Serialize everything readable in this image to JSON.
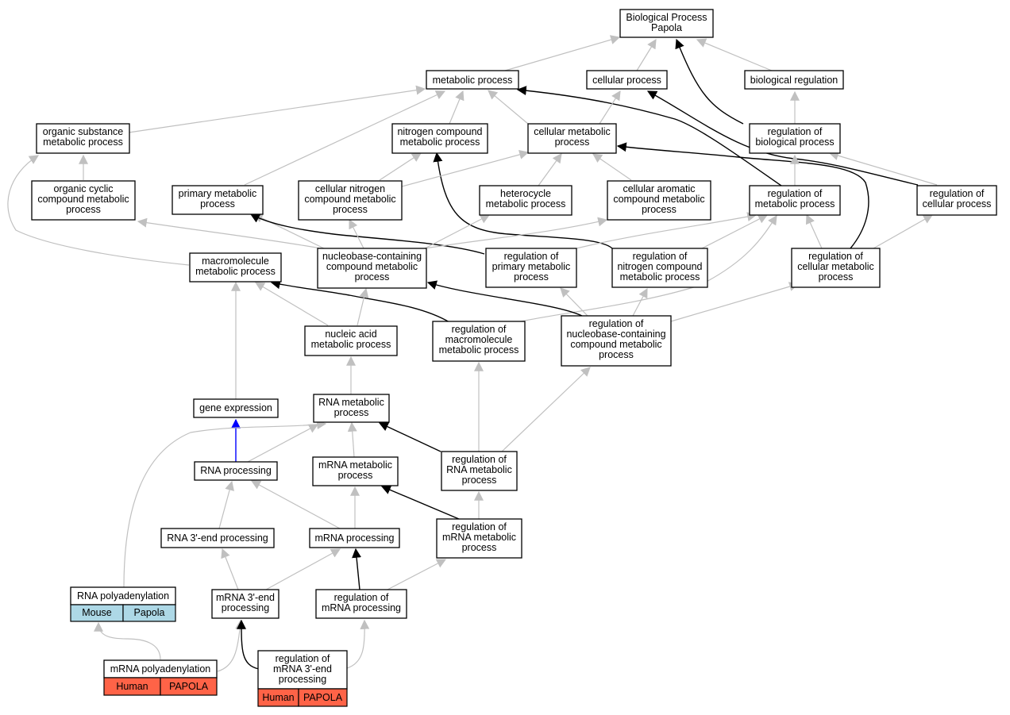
{
  "colors": {
    "grey_edge": "#c0c0c0",
    "black_edge": "#000000",
    "blue_edge": "#0000ff",
    "mouse_fill": "#add8e6",
    "human_fill": "#ff6347"
  },
  "nodes": [
    {
      "id": "bp",
      "lines": [
        "Biological Process",
        "Papola"
      ]
    },
    {
      "id": "metabolic",
      "lines": [
        "metabolic process"
      ]
    },
    {
      "id": "cellular",
      "lines": [
        "cellular process"
      ]
    },
    {
      "id": "bioreg",
      "lines": [
        "biological regulation"
      ]
    },
    {
      "id": "organic_sub",
      "lines": [
        "organic substance",
        "metabolic process"
      ]
    },
    {
      "id": "nitrogen",
      "lines": [
        "nitrogen compound",
        "metabolic process"
      ]
    },
    {
      "id": "cell_meta",
      "lines": [
        "cellular metabolic",
        "process"
      ]
    },
    {
      "id": "reg_bio",
      "lines": [
        "regulation of",
        "biological process"
      ]
    },
    {
      "id": "organic_cyclic",
      "lines": [
        "organic cyclic",
        "compound metabolic",
        "process"
      ]
    },
    {
      "id": "primary",
      "lines": [
        "primary metabolic",
        "process"
      ]
    },
    {
      "id": "cell_nitrogen",
      "lines": [
        "cellular nitrogen",
        "compound metabolic",
        "process"
      ]
    },
    {
      "id": "heterocycle",
      "lines": [
        "heterocycle",
        "metabolic process"
      ]
    },
    {
      "id": "cell_aromatic",
      "lines": [
        "cellular aromatic",
        "compound metabolic",
        "process"
      ]
    },
    {
      "id": "reg_meta",
      "lines": [
        "regulation of",
        "metabolic process"
      ]
    },
    {
      "id": "reg_cell",
      "lines": [
        "regulation of",
        "cellular process"
      ]
    },
    {
      "id": "macromol",
      "lines": [
        "macromolecule",
        "metabolic process"
      ]
    },
    {
      "id": "nucleobase",
      "lines": [
        "nucleobase-containing",
        "compound metabolic",
        "process"
      ]
    },
    {
      "id": "reg_primary",
      "lines": [
        "regulation of",
        "primary metabolic",
        "process"
      ]
    },
    {
      "id": "reg_nitrogen",
      "lines": [
        "regulation of",
        "nitrogen compound",
        "metabolic process"
      ]
    },
    {
      "id": "reg_cell_meta",
      "lines": [
        "regulation of",
        "cellular metabolic",
        "process"
      ]
    },
    {
      "id": "nucleic",
      "lines": [
        "nucleic acid",
        "metabolic process"
      ]
    },
    {
      "id": "reg_macro",
      "lines": [
        "regulation of",
        "macromolecule",
        "metabolic process"
      ]
    },
    {
      "id": "reg_nucleo",
      "lines": [
        "regulation of",
        "nucleobase-containing",
        "compound metabolic",
        "process"
      ]
    },
    {
      "id": "gene_expr",
      "lines": [
        "gene expression"
      ]
    },
    {
      "id": "rna_meta",
      "lines": [
        "RNA metabolic",
        "process"
      ]
    },
    {
      "id": "rna_proc",
      "lines": [
        "RNA processing"
      ]
    },
    {
      "id": "mrna_meta",
      "lines": [
        "mRNA metabolic",
        "process"
      ]
    },
    {
      "id": "reg_rna_meta",
      "lines": [
        "regulation of",
        "RNA metabolic",
        "process"
      ]
    },
    {
      "id": "rna3",
      "lines": [
        "RNA 3'-end processing"
      ]
    },
    {
      "id": "mrna_proc",
      "lines": [
        "mRNA processing"
      ]
    },
    {
      "id": "reg_mrna_meta",
      "lines": [
        "regulation of",
        "mRNA metabolic",
        "process"
      ]
    },
    {
      "id": "mrna3",
      "lines": [
        "mRNA 3'-end",
        "processing"
      ]
    },
    {
      "id": "reg_mrna_proc",
      "lines": [
        "regulation of",
        "mRNA processing"
      ]
    },
    {
      "id": "rna_polyA",
      "lines": [
        "RNA polyadenylation"
      ],
      "species": "Mouse",
      "gene": "Papola"
    },
    {
      "id": "mrna_polyA",
      "lines": [
        "mRNA polyadenylation"
      ],
      "species": "Human",
      "gene": "PAPOLA"
    },
    {
      "id": "reg_mrna3",
      "lines": [
        "regulation of",
        "mRNA 3'-end",
        "processing"
      ],
      "species": "Human",
      "gene": "PAPOLA"
    }
  ]
}
